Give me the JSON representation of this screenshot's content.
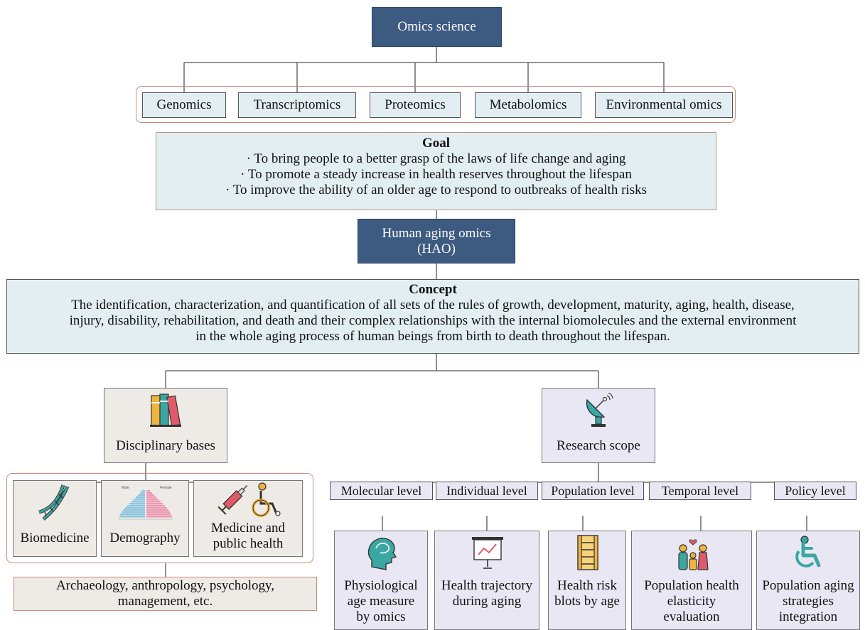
{
  "root": {
    "label": "Omics science"
  },
  "omics": [
    "Genomics",
    "Transcriptomics",
    "Proteomics",
    "Metabolomics",
    "Environmental omics"
  ],
  "goal": {
    "title": "Goal",
    "items": [
      "· To bring people to a better grasp of the laws of life change and aging",
      "· To promote a steady increase in health reserves throughout the lifespan",
      "· To improve the ability of an older age to respond to outbreaks of health risks"
    ]
  },
  "hao": {
    "line1": "Human aging omics",
    "line2": "(HAO)"
  },
  "concept": {
    "title": "Concept",
    "lines": [
      "The identification, characterization, and quantification of all sets of the rules of growth, development, maturity, aging, health, disease,",
      "injury, disability, rehabilitation, and death and their complex relationships with the internal biomolecules and the external environment",
      "in the whole aging process of human beings from birth to death throughout the lifespan."
    ]
  },
  "disciplinary": {
    "label": "Disciplinary bases",
    "icon": "books-icon",
    "items": [
      {
        "label": "Biomedicine",
        "icon": "dna-icon"
      },
      {
        "label": "Demography",
        "icon": "population-pyramid-icon",
        "pyramid_left": "Male",
        "pyramid_right": "Female"
      },
      {
        "label1": "Medicine and",
        "label2": "public health",
        "icon": "syringe-wheelchair-icon"
      }
    ],
    "other": {
      "line1": "Archaeology, anthropology, psychology,",
      "line2": "management, etc."
    }
  },
  "research": {
    "label": "Research scope",
    "icon": "satellite-dish-icon",
    "levels": [
      {
        "label": "Molecular level",
        "card": [
          "Physiological",
          "age measure",
          "by omics"
        ],
        "icon": "head-profile-icon"
      },
      {
        "label": "Individual level",
        "card": [
          "Health trajectory",
          "during aging"
        ],
        "icon": "trend-board-icon"
      },
      {
        "label": "Population level",
        "card": [
          "Health risk",
          "blots by age"
        ],
        "icon": "ladder-icon"
      },
      {
        "label": "Temporal level",
        "card": [
          "Population health",
          "elasticity",
          "evaluation"
        ],
        "icon": "family-icon"
      },
      {
        "label": "Policy level",
        "card": [
          "Population aging",
          "strategies",
          "integration"
        ],
        "icon": "wheelchair-icon"
      }
    ]
  },
  "colors": {
    "dark": "#3d5a80",
    "light_blue": "#e2eef2",
    "beige": "#eeeae6",
    "lavender": "#e9e7f4",
    "teal": "#3aa7a3"
  }
}
